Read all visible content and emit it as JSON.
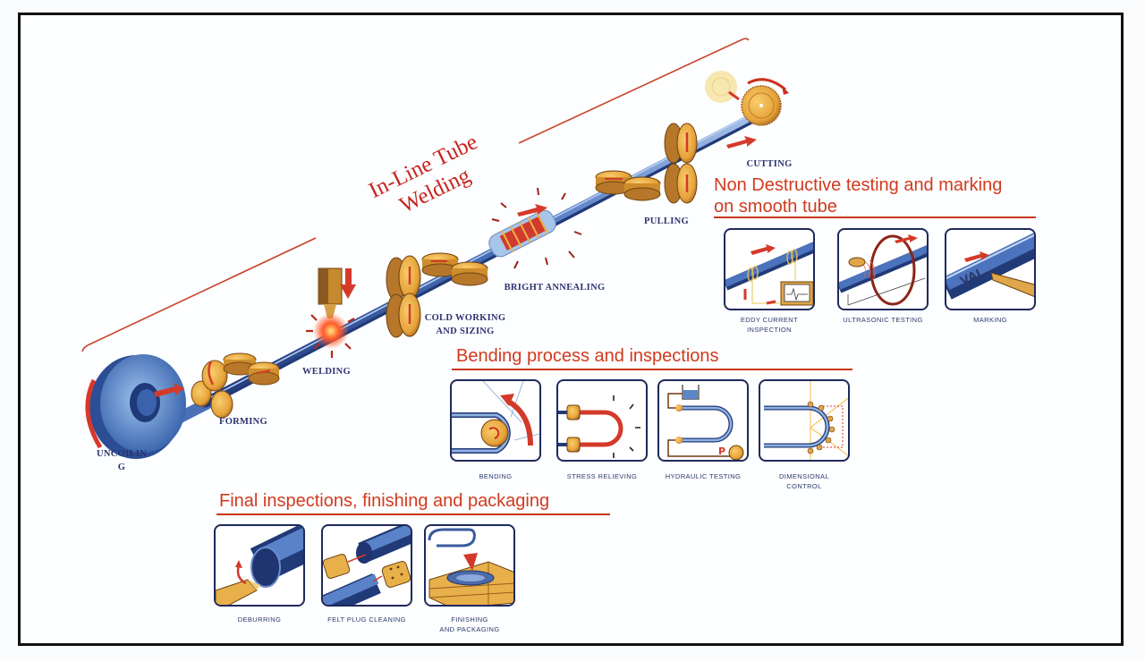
{
  "title": {
    "line1": "In-Line Tube",
    "line2": "Welding"
  },
  "stages": [
    {
      "id": "uncoiling",
      "label_line1": "UNCOILIN",
      "label_line2": "G"
    },
    {
      "id": "forming",
      "label_line1": "FORMING"
    },
    {
      "id": "welding",
      "label_line1": "WELDING"
    },
    {
      "id": "cold-working",
      "label_line1": "COLD WORKING",
      "label_line2": "AND SIZING"
    },
    {
      "id": "bright-annealing",
      "label_line1": "BRIGHT ANNEALING"
    },
    {
      "id": "pulling",
      "label_line1": "PULLING"
    },
    {
      "id": "cutting",
      "label_line1": "CUTTING"
    }
  ],
  "sections": {
    "ndt": {
      "title_line1": "Non Destructive testing and marking",
      "title_line2": "on smooth tube",
      "panels": [
        {
          "label_line1": "EDDY CURRENT",
          "label_line2": "INSPECTION",
          "icon": "eddy-current-icon"
        },
        {
          "label_line1": "ULTRASONIC TESTING",
          "icon": "ultrasonic-icon"
        },
        {
          "label_line1": "MARKING",
          "icon": "marking-icon",
          "marking_text": "VAL"
        }
      ]
    },
    "bending": {
      "title": "Bending process and inspections",
      "panels": [
        {
          "label_line1": "BENDING",
          "icon": "bending-icon"
        },
        {
          "label_line1": "STRESS RELIEVING",
          "icon": "stress-relieving-icon"
        },
        {
          "label_line1": "HYDRAULIC TESTING",
          "icon": "hydraulic-testing-icon",
          "pump_letter": "P"
        },
        {
          "label_line1": "DIMENSIONAL",
          "label_line2": "CONTROL",
          "icon": "dimensional-control-icon"
        }
      ]
    },
    "final": {
      "title": "Final inspections, finishing and packaging",
      "panels": [
        {
          "label_line1": "DEBURRING",
          "icon": "deburring-icon"
        },
        {
          "label_line1": "FELT PLUG CLEANING",
          "icon": "felt-plug-icon"
        },
        {
          "label_line1": "FINISHING",
          "label_line2": "AND PACKAGING",
          "icon": "packaging-icon"
        }
      ]
    }
  },
  "colors": {
    "accent_red": "#d23a1e",
    "tube_blue": "#3f66b0",
    "roller_orange": "#e9a93a",
    "label_navy": "#2c3370",
    "frame": "#111111"
  }
}
